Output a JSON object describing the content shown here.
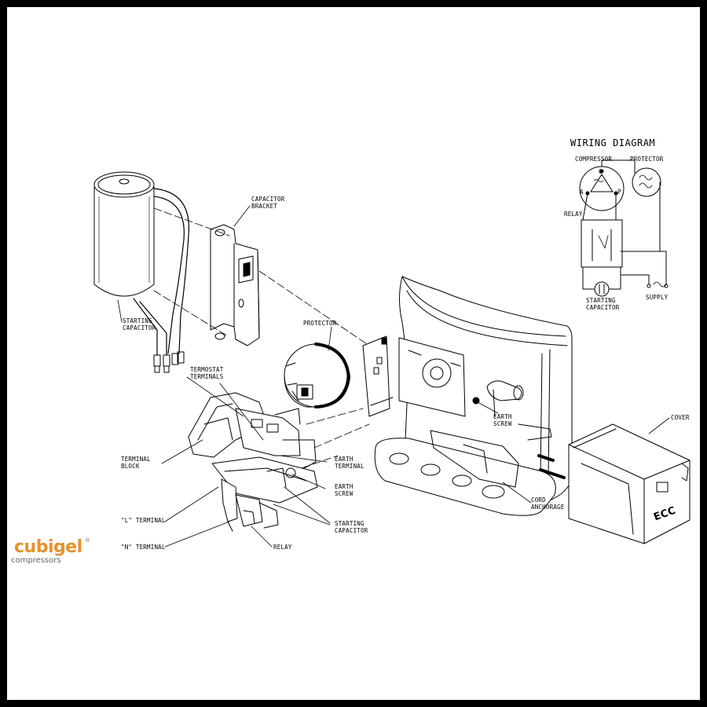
{
  "wiring_diagram": {
    "title": "WIRING DIAGRAM",
    "compressor": "COMPRESSOR",
    "protector": "PROTECTOR",
    "relay": "RELAY",
    "starting_capacitor": "STARTING\nCAPACITOR",
    "supply": "SUPPLY",
    "pin_c": "C",
    "pin_a": "A",
    "pin_p": "P"
  },
  "labels": {
    "capacitor_bracket": "CAPACITOR\nBRACKET",
    "protector": "PROTECTOR",
    "starting_capacitor_left": "STARTING\nCAPACITOR",
    "termostat_terminals": "TERMOSTAT\nTERMINALS",
    "terminal_block": "TERMINAL\nBLOCK",
    "earth_terminal": "EARTH\nTERMINAL",
    "earth_screw_bottom": "EARTH\nSCREW",
    "earth_screw_top": "EARTH\nSCREW",
    "l_terminal": "\"L\" TERMINAL",
    "n_terminal": "\"N\" TERMINAL",
    "relay": "RELAY",
    "starting_capacitor_bottom": "STARTING\nCAPACITOR",
    "cord_anchorage": "CORD\nANCHORAGE",
    "cover": "COVER",
    "cover_brand": "ECC"
  },
  "logo": {
    "name": "cubigel",
    "reg": "®",
    "sub": "compressors",
    "color": "#e8912f"
  }
}
